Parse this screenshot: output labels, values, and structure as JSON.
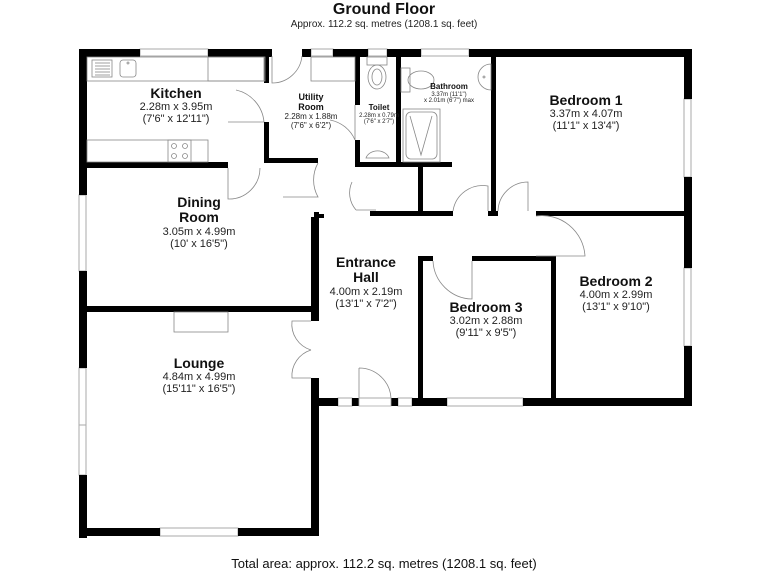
{
  "header": {
    "title": "Ground Floor",
    "subtitle": "Approx. 112.2 sq. metres (1208.1 sq. feet)"
  },
  "footer": {
    "total_area": "Total area: approx. 112.2 sq. metres (1208.1 sq. feet)"
  },
  "colors": {
    "wall": "#000000",
    "fixture_line": "#888888",
    "window": "#bbbbbb",
    "background": "#ffffff"
  },
  "rooms": [
    {
      "id": "kitchen",
      "name": "Kitchen",
      "metric": "2.28m x 3.95m",
      "imperial": "(7'6\" x 12'11\")"
    },
    {
      "id": "utility",
      "name_line1": "Utility",
      "name_line2": "Room",
      "metric": "2.28m x 1.88m",
      "imperial": "(7'6\" x 6'2\")"
    },
    {
      "id": "toilet",
      "name": "Toilet",
      "metric": "2.28m x 0.79m",
      "imperial": "(7'6\" x 2'7\")"
    },
    {
      "id": "bathroom",
      "name": "Bathroom",
      "metric": "3.37m (11'1\")",
      "imperial": "x 2.01m (6'7\") max"
    },
    {
      "id": "bedroom1",
      "name": "Bedroom 1",
      "metric": "3.37m x 4.07m",
      "imperial": "(11'1\" x 13'4\")"
    },
    {
      "id": "dining",
      "name_line1": "Dining",
      "name_line2": "Room",
      "metric": "3.05m x 4.99m",
      "imperial": "(10' x 16'5\")"
    },
    {
      "id": "entrance",
      "name_line1": "Entrance",
      "name_line2": "Hall",
      "metric": "4.00m x 2.19m",
      "imperial": "(13'1\" x 7'2\")"
    },
    {
      "id": "bedroom3",
      "name": "Bedroom 3",
      "metric": "3.02m x 2.88m",
      "imperial": "(9'11\" x 9'5\")"
    },
    {
      "id": "bedroom2",
      "name": "Bedroom 2",
      "metric": "4.00m x 2.99m",
      "imperial": "(13'1\" x 9'10\")"
    },
    {
      "id": "lounge",
      "name": "Lounge",
      "metric": "4.84m x 4.99m",
      "imperial": "(15'11\" x 16'5\")"
    }
  ]
}
